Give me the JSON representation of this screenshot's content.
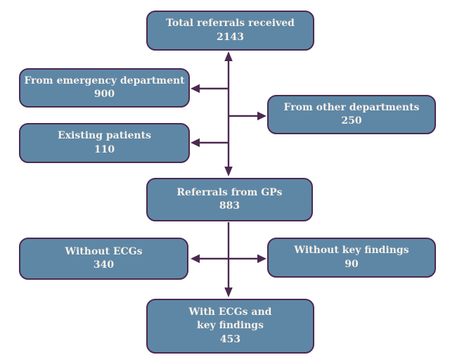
{
  "diagram": {
    "type": "flowchart",
    "background": "#ffffff",
    "colors": {
      "node_fill": "#5e87a6",
      "node_border": "#4c2950",
      "arrow": "#4c2950",
      "node_text": "#f7f2ec"
    },
    "nodes": {
      "total": {
        "label": "Total referrals received",
        "value": "2143"
      },
      "emergency": {
        "label": "From emergency department",
        "value": "900"
      },
      "other": {
        "label": "From other departments",
        "value": "250"
      },
      "existing": {
        "label": "Existing patients",
        "value": "110"
      },
      "gps": {
        "label": "Referrals from GPs",
        "value": "883"
      },
      "without_ecgs": {
        "label": "Without ECGs",
        "value": "340"
      },
      "without_findings": {
        "label": "Without key findings",
        "value": "90"
      },
      "with_ecgs": {
        "label_line1": "With ECGs and",
        "label_line2": "key findings",
        "value": "453"
      }
    },
    "edges": [
      {
        "from": "total",
        "to": "emergency"
      },
      {
        "from": "total",
        "to": "other"
      },
      {
        "from": "total",
        "to": "existing"
      },
      {
        "from": "total",
        "to": "gps"
      },
      {
        "from": "gps",
        "to": "without_ecgs"
      },
      {
        "from": "gps",
        "to": "without_findings"
      },
      {
        "from": "gps",
        "to": "with_ecgs"
      }
    ]
  }
}
